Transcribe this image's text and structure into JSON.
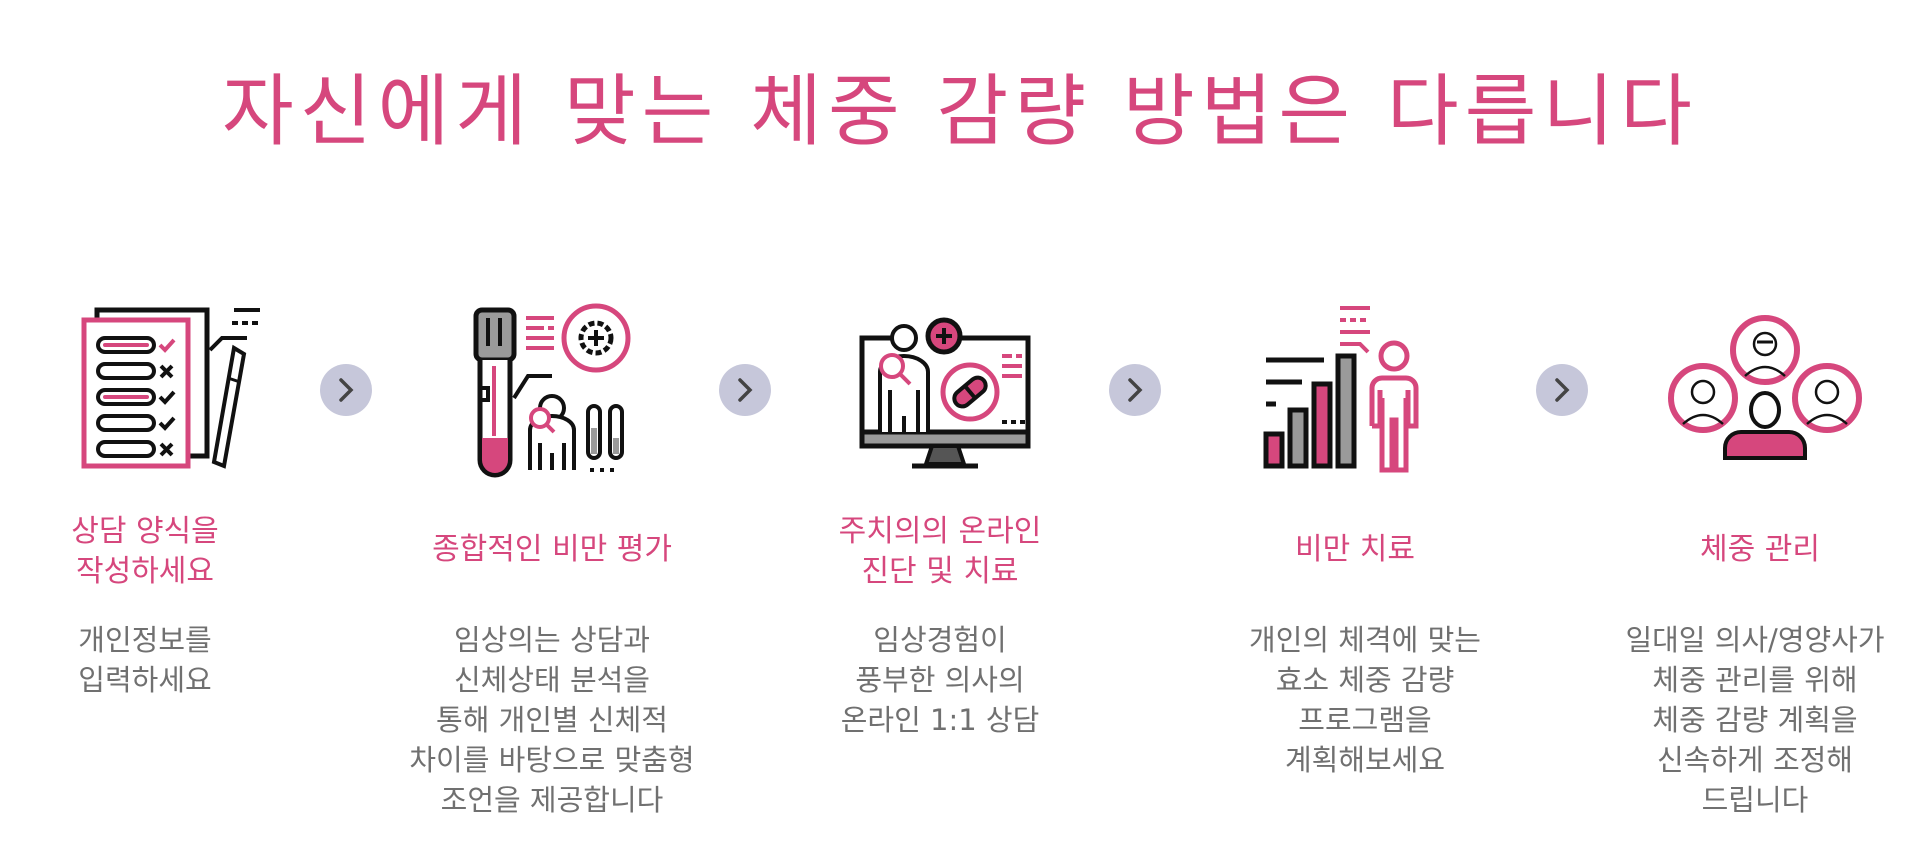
{
  "title": "자신에게 맞는 체중 감량 방법은 다릅니다",
  "colors": {
    "accent": "#d6477d",
    "body_text": "#707070",
    "arrow_bg": "#c6c7da",
    "arrow_glyph": "#444444",
    "icon_stroke": "#111111",
    "icon_gray": "#9a9a9a"
  },
  "steps": [
    {
      "icon": "checklist-form-icon",
      "heading": "상담 양식을\n작성하세요",
      "body": "개인정보를\n입력하세요"
    },
    {
      "icon": "blood-test-analysis-icon",
      "heading": "종합적인 비만 평가",
      "body": "임상의는 상담과\n신체상태 분석을\n통해 개인별 신체적\n차이를 바탕으로 맞춤형\n조언을 제공합니다"
    },
    {
      "icon": "online-doctor-monitor-icon",
      "heading": "주치의의 온라인\n진단 및 치료",
      "body": "임상경험이\n풍부한 의사의\n온라인 1:1 상담"
    },
    {
      "icon": "bar-chart-person-icon",
      "heading": "비만 치료",
      "body": "개인의 체격에 맞는\n효소 체중 감량\n프로그램을\n계획해보세요"
    },
    {
      "icon": "care-team-icon",
      "heading": "체중 관리",
      "body": "일대일 의사/영양사가\n체중 관리를 위해\n체중 감량 계획을\n신속하게 조정해\n드립니다"
    }
  ],
  "arrows": [
    {
      "icon": "chevron-right-icon"
    },
    {
      "icon": "chevron-right-icon"
    },
    {
      "icon": "chevron-right-icon"
    },
    {
      "icon": "chevron-right-icon"
    }
  ]
}
